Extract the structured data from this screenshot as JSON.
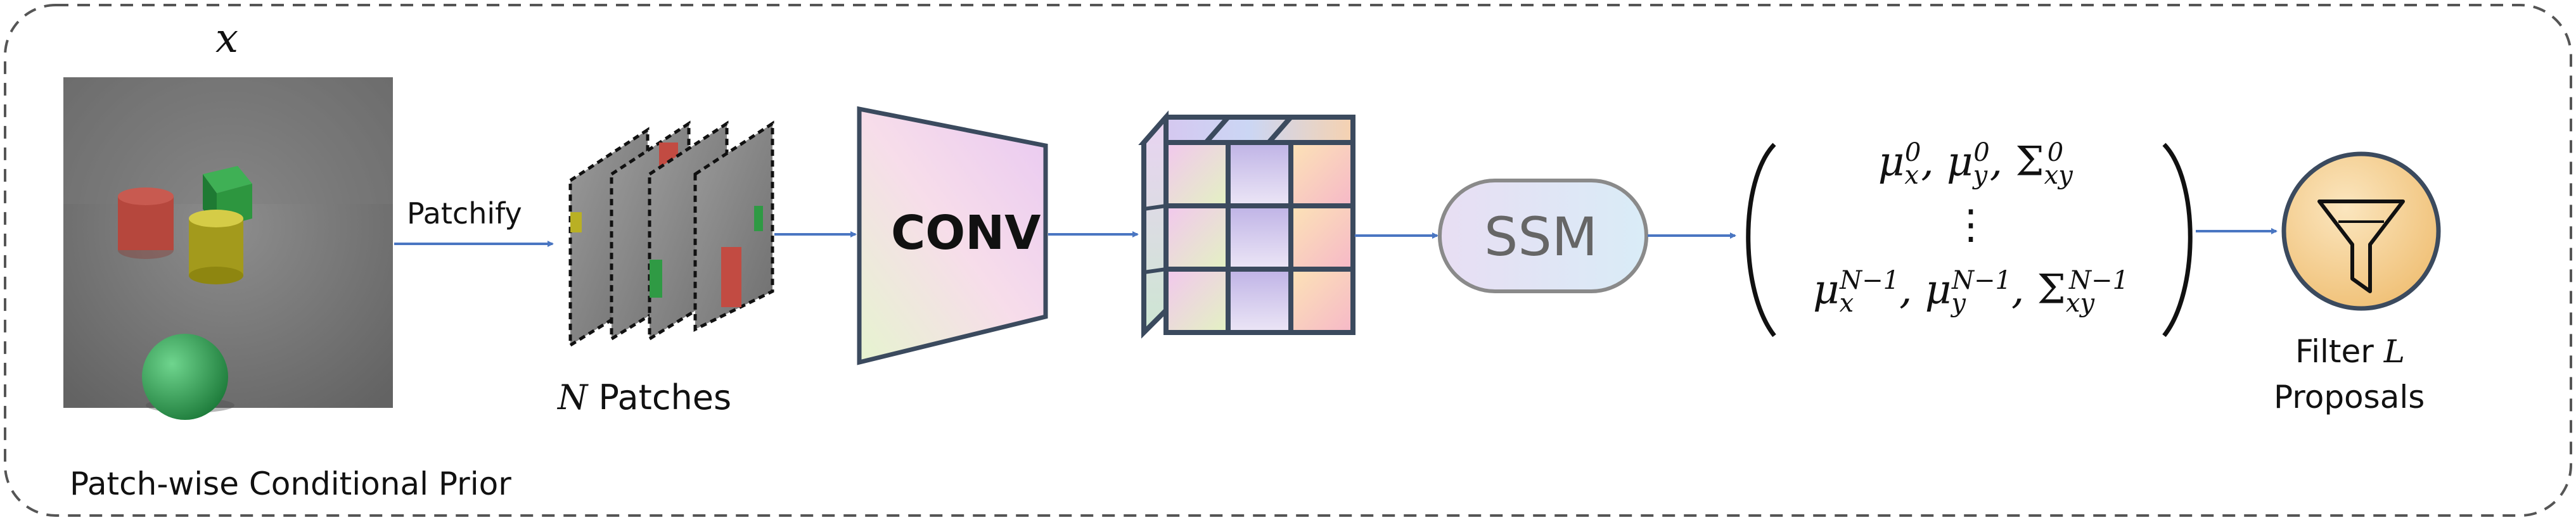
{
  "input_label": "x",
  "patchify_label": "Patchify",
  "patches_label": {
    "var": "N",
    "text": "Patches"
  },
  "conv_label": "CONV",
  "ssm_label": "SSM",
  "matrix": {
    "row_first": {
      "mu": "μ",
      "x": "x",
      "y": "y",
      "sup0": "0",
      "sigma": "Σ",
      "xy": "xy"
    },
    "vdots": "⋮",
    "row_last": {
      "mu": "μ",
      "x": "x",
      "y": "y",
      "supN": "N−1",
      "sigma": "Σ",
      "xy": "xy"
    },
    "comma": ","
  },
  "filter_label": {
    "text": "Filter",
    "var": "L"
  },
  "proposals_label": "Proposals",
  "frame_caption": "Patch-wise Conditional Prior",
  "icons": [
    "funnel-icon"
  ],
  "colors": {
    "arrow": "#4a76c2",
    "frame": "#555555",
    "block_stroke": "#3b4a5e",
    "filter_fill": "#f3cc8a"
  }
}
